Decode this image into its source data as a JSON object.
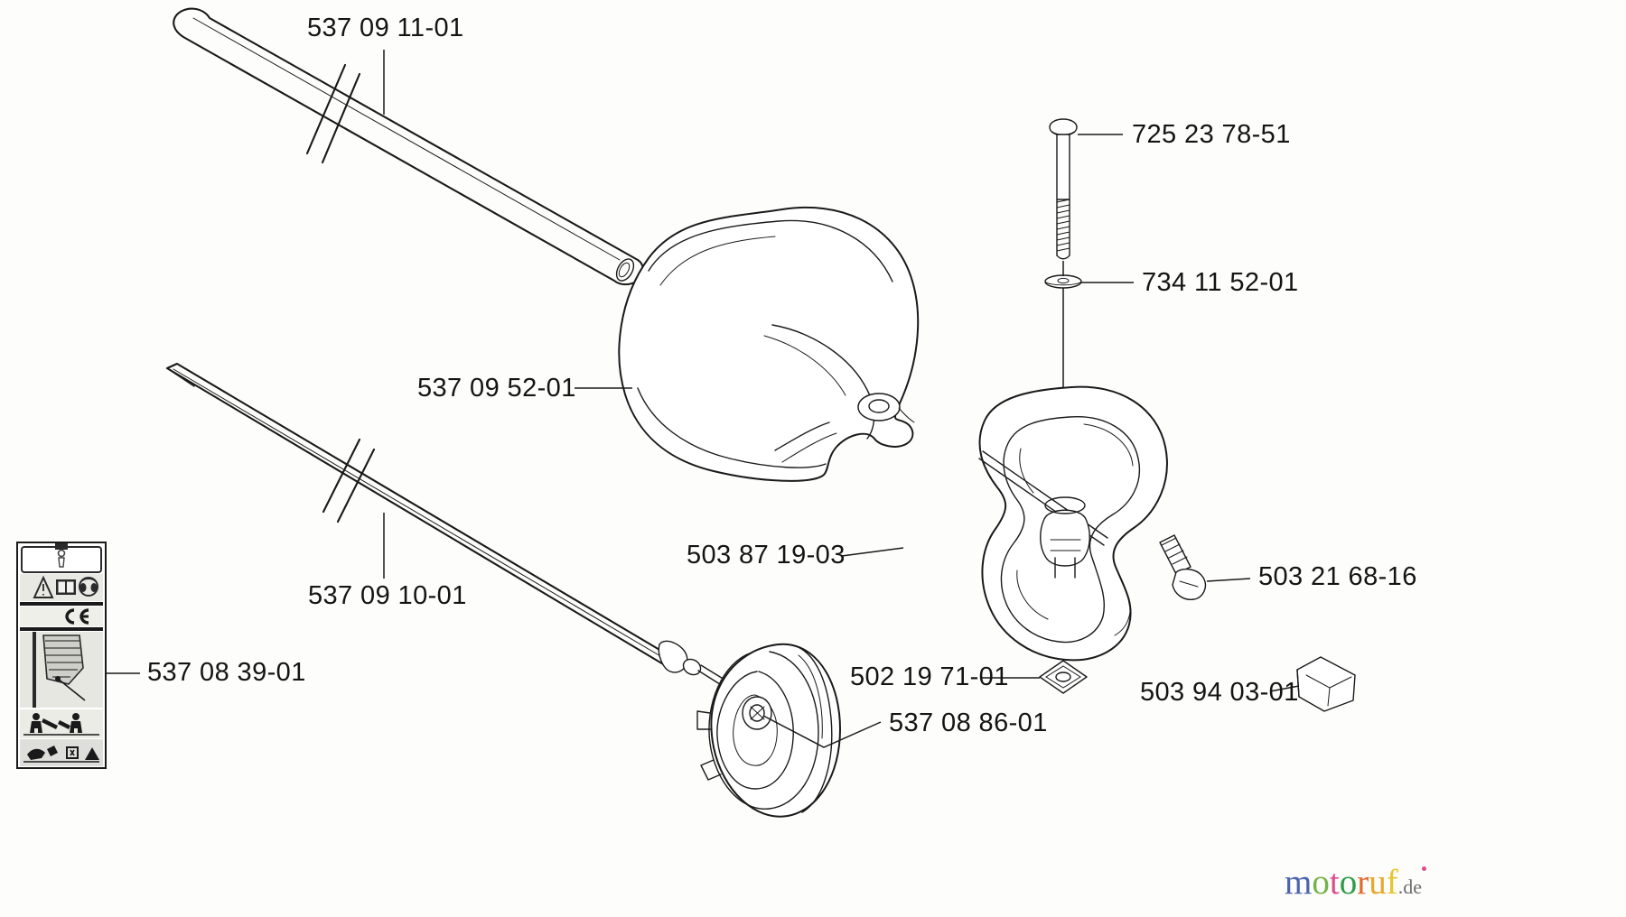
{
  "document": {
    "type": "exploded-parts-diagram",
    "subject": "Trimmer shaft, guard, handle and clutch drum assembly"
  },
  "labels": [
    {
      "id": "shaft-tube",
      "part_number": "537 09 11-01",
      "name": "shaft-tube-label"
    },
    {
      "id": "bolt",
      "part_number": "725 23 78-51",
      "name": "bolt-label"
    },
    {
      "id": "washer",
      "part_number": "734 11 52-01",
      "name": "washer-label"
    },
    {
      "id": "guard",
      "part_number": "537 09 52-01",
      "name": "guard-label"
    },
    {
      "id": "handle",
      "part_number": "503 87 19-03",
      "name": "handle-label"
    },
    {
      "id": "screw",
      "part_number": "503 21 68-16",
      "name": "screw-label"
    },
    {
      "id": "drive-shaft",
      "part_number": "537 09 10-01",
      "name": "drive-shaft-label"
    },
    {
      "id": "warning-decal",
      "part_number": "537 08 39-01",
      "name": "warning-decal-label"
    },
    {
      "id": "square-nut",
      "part_number": "502 19 71-01",
      "name": "square-nut-label"
    },
    {
      "id": "clamp",
      "part_number": "503 94 03-01",
      "name": "clamp-label"
    },
    {
      "id": "clutch-drum",
      "part_number": "537 08 86-01",
      "name": "clutch-drum-label"
    }
  ],
  "watermark": {
    "letters": [
      {
        "char": "m",
        "color": "#4c63ae"
      },
      {
        "char": "o",
        "color": "#73b34a"
      },
      {
        "char": "t",
        "color": "#d94f8c"
      },
      {
        "char": "o",
        "color": "#2f9c4a"
      },
      {
        "char": "r",
        "color": "#e06a2b"
      },
      {
        "char": "u",
        "color": "#e8a72b"
      },
      {
        "char": "f",
        "color": "#e8c52b"
      }
    ],
    "suffix": ".de"
  },
  "colors": {
    "ink": "#141414",
    "paper": "#fdfdfb",
    "leader_line": "#1a1a1a"
  }
}
